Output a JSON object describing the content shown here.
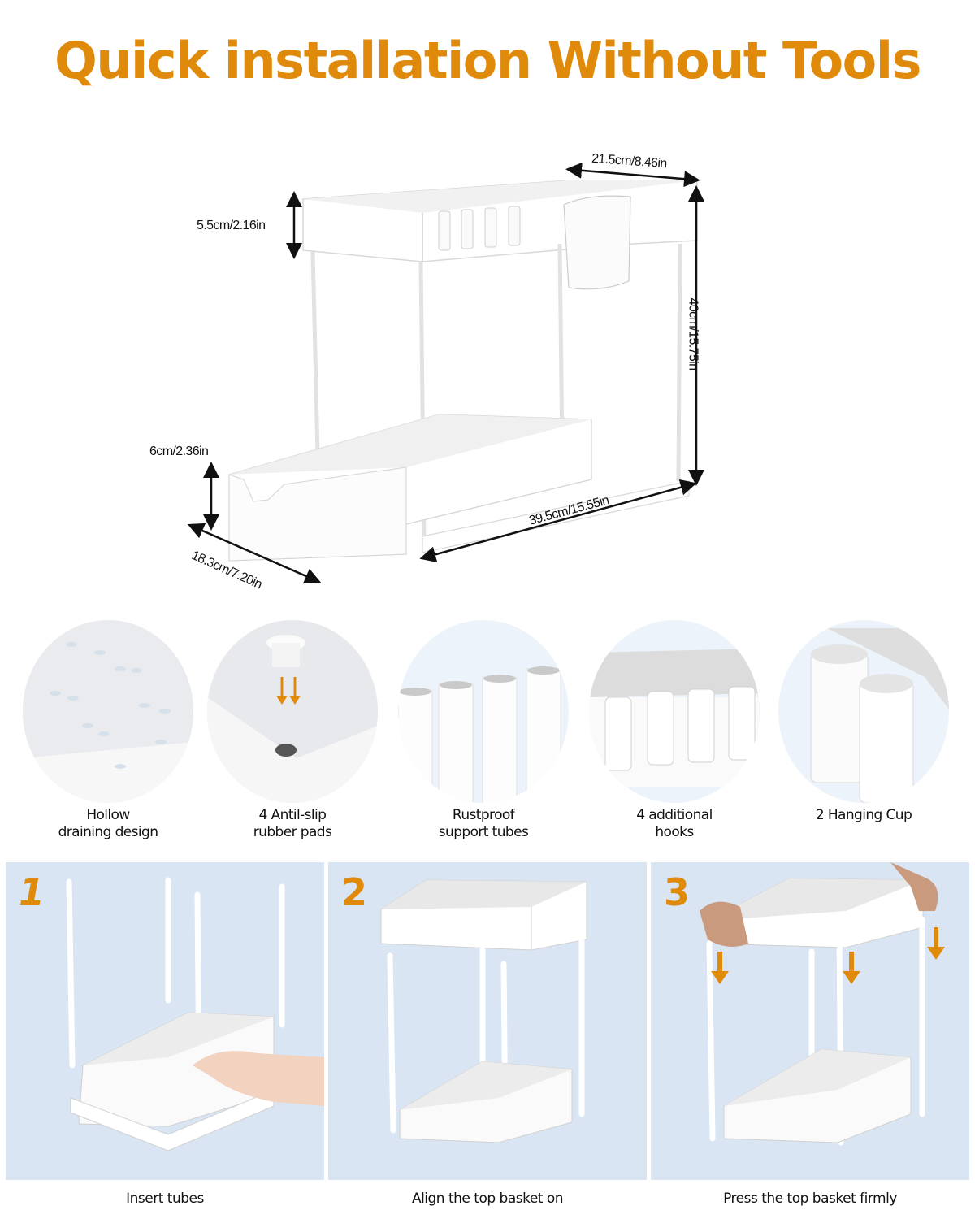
{
  "header": {
    "title": "Quick installation Without Tools"
  },
  "dimensions": {
    "top_width": "21.5cm/8.46in",
    "top_basket_height": "5.5cm/2.16in",
    "total_height": "40cm/15.75in",
    "bottom_basket_height": "6cm/2.36in",
    "depth": "18.3cm/7.20in",
    "length": "39.5cm/15.55in"
  },
  "features": [
    {
      "label_line1": "Hollow",
      "label_line2": "draining design",
      "icon": "drain-holes"
    },
    {
      "label_line1": "4 Antil-slip",
      "label_line2": "rubber pads",
      "icon": "rubber-pad"
    },
    {
      "label_line1": "Rustproof",
      "label_line2": "support tubes",
      "icon": "tubes"
    },
    {
      "label_line1": "4 additional",
      "label_line2": "hooks",
      "icon": "hooks"
    },
    {
      "label_line1": "2 Hanging Cup",
      "label_line2": "",
      "icon": "cups"
    }
  ],
  "steps": [
    {
      "number": "1",
      "caption": "Insert tubes"
    },
    {
      "number": "2",
      "caption": "Align the top basket on"
    },
    {
      "number": "3",
      "caption": "Press the top basket firmly"
    }
  ],
  "colors": {
    "accent_orange": "#e08a0c",
    "panel_blue": "#d9e5f3",
    "product_white": "#ffffff"
  }
}
